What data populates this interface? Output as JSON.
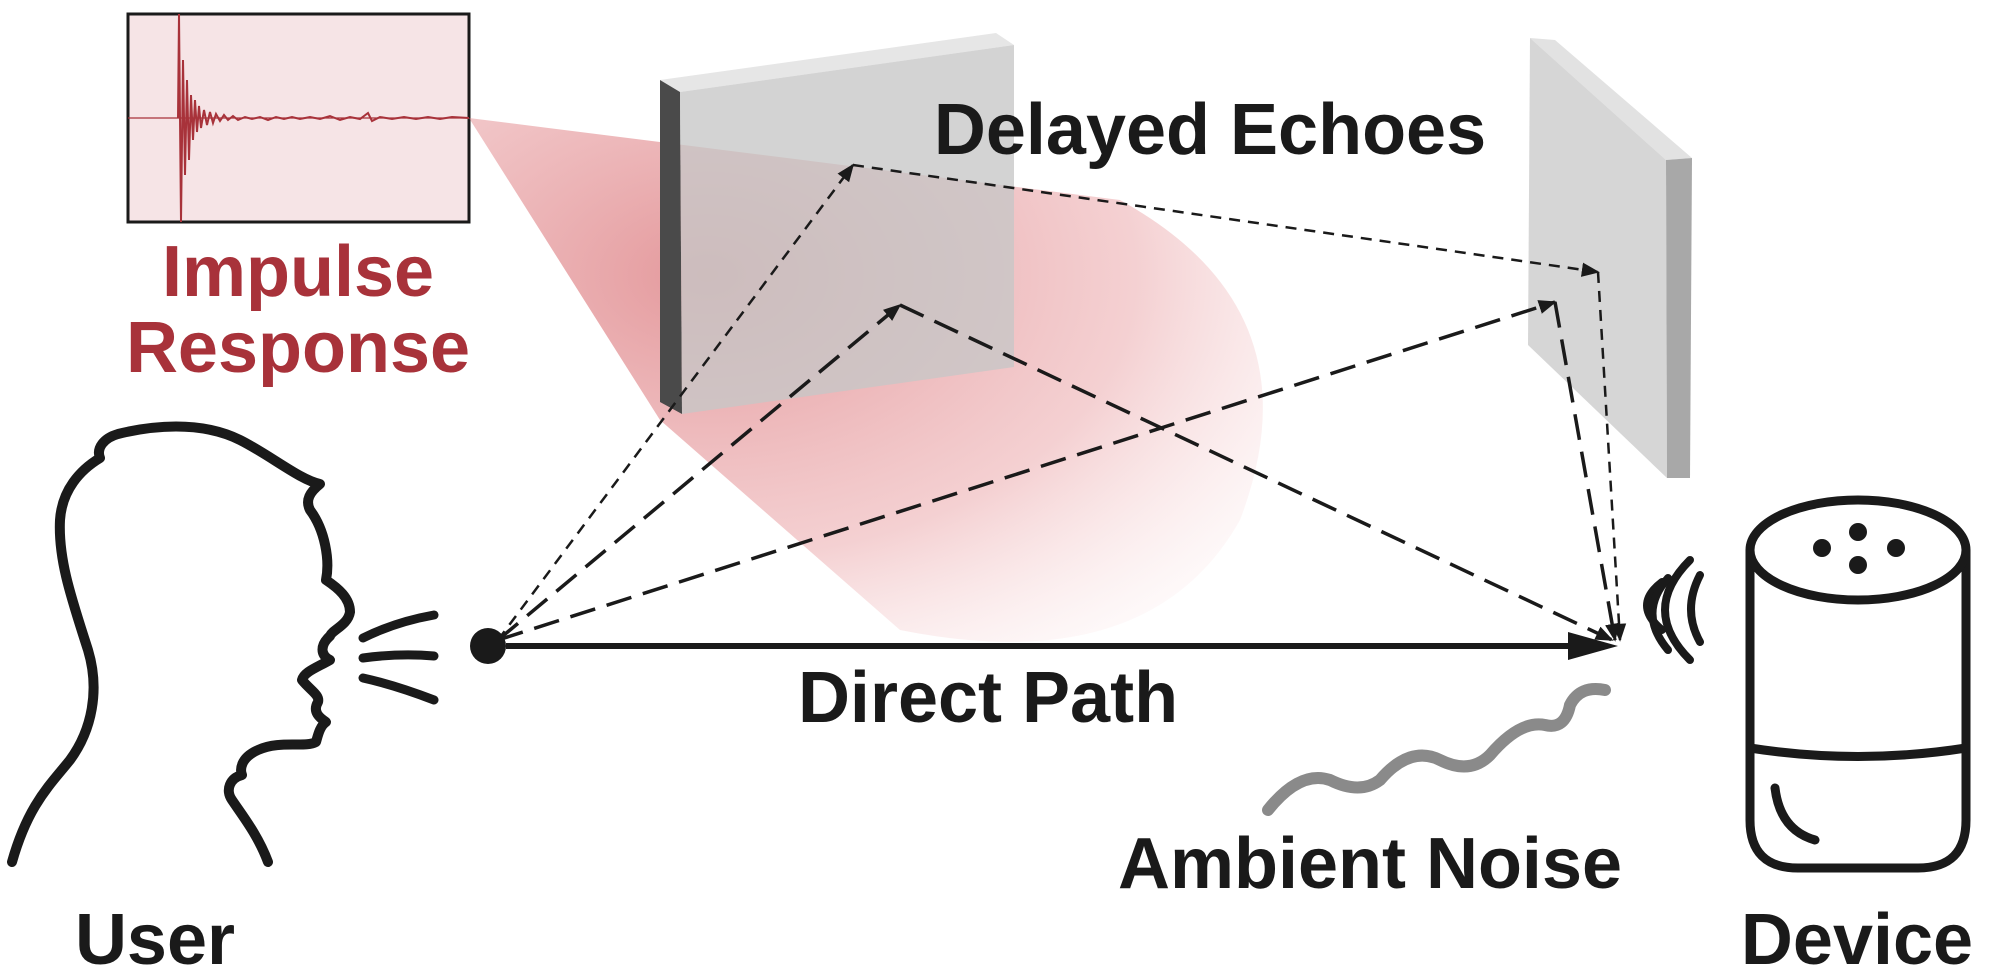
{
  "labels": {
    "impulse_line1": "Impulse",
    "impulse_line2": "Response",
    "delayed_echoes": "Delayed Echoes",
    "direct_path": "Direct Path",
    "ambient_noise": "Ambient Noise",
    "user": "User",
    "device": "Device"
  },
  "colors": {
    "accent_red": "#a8323a",
    "beam_red": "#d35a5f",
    "ink": "#1a1a1a",
    "wall_face": "#cfcfcf",
    "wall_edge": "#4a4a4a",
    "noise_gray": "#8a8a8a",
    "inset_bg": "#f6e4e6"
  },
  "icons": {
    "user": "speaking-head-icon",
    "device": "smart-speaker-icon",
    "noise": "noise-wave-icon",
    "sound": "sound-waves-icon"
  }
}
